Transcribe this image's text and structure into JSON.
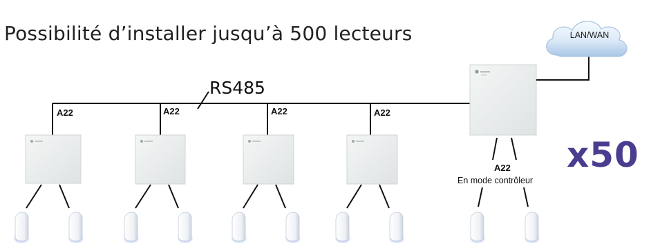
{
  "title": "Possibilité d’installer jusqu’à 500 lecteurs",
  "bus": {
    "label": "RS485"
  },
  "network": {
    "label": "LAN/WAN"
  },
  "controllers": [
    {
      "label": "A22"
    },
    {
      "label": "A22"
    },
    {
      "label": "A22"
    },
    {
      "label": "A22"
    }
  ],
  "main_controller": {
    "label": "A22",
    "mode": "En mode contrôleur"
  },
  "multiplier": "x50",
  "colors": {
    "accent": "#4a3d8f",
    "line": "#111111",
    "box": "#e9ecec",
    "reader_glow": "#8ea6e6"
  }
}
